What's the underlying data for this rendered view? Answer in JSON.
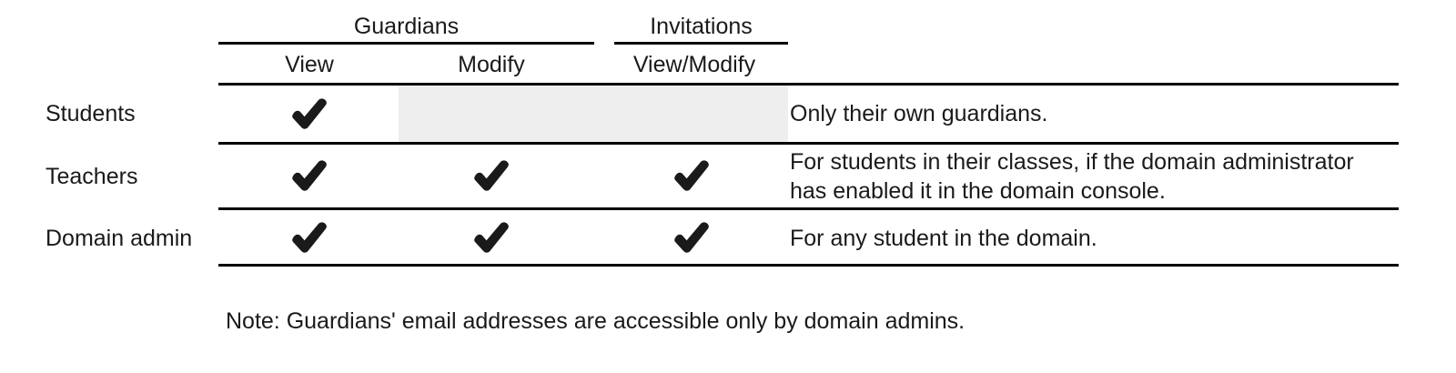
{
  "table": {
    "group_headers": [
      {
        "label": "Guardians"
      },
      {
        "label": "Invitations"
      }
    ],
    "sub_headers": [
      {
        "label": "View"
      },
      {
        "label": "Modify"
      },
      {
        "label": "View/Modify"
      }
    ],
    "rows": [
      {
        "label": "Students",
        "view": "check",
        "modify": "",
        "view_modify": "",
        "note_line1": "Only their own guardians.",
        "note_line2": ""
      },
      {
        "label": "Teachers",
        "view": "check",
        "modify": "check",
        "view_modify": "check",
        "note_line1": "For students in their classes, if the domain administrator",
        "note_line2": "has enabled it in the domain console."
      },
      {
        "label": "Domain admin",
        "view": "check",
        "modify": "check",
        "view_modify": "check",
        "note_line1": "For any student in the domain.",
        "note_line2": ""
      }
    ],
    "disabled_cell_color": "#eeeeee",
    "rule_color": "#000000",
    "check_icon_name": "checkmark-icon",
    "text_color": "#1a1a1a"
  },
  "footnote": {
    "text": "Note: Guardians' email addresses are accessible only by domain admins."
  }
}
